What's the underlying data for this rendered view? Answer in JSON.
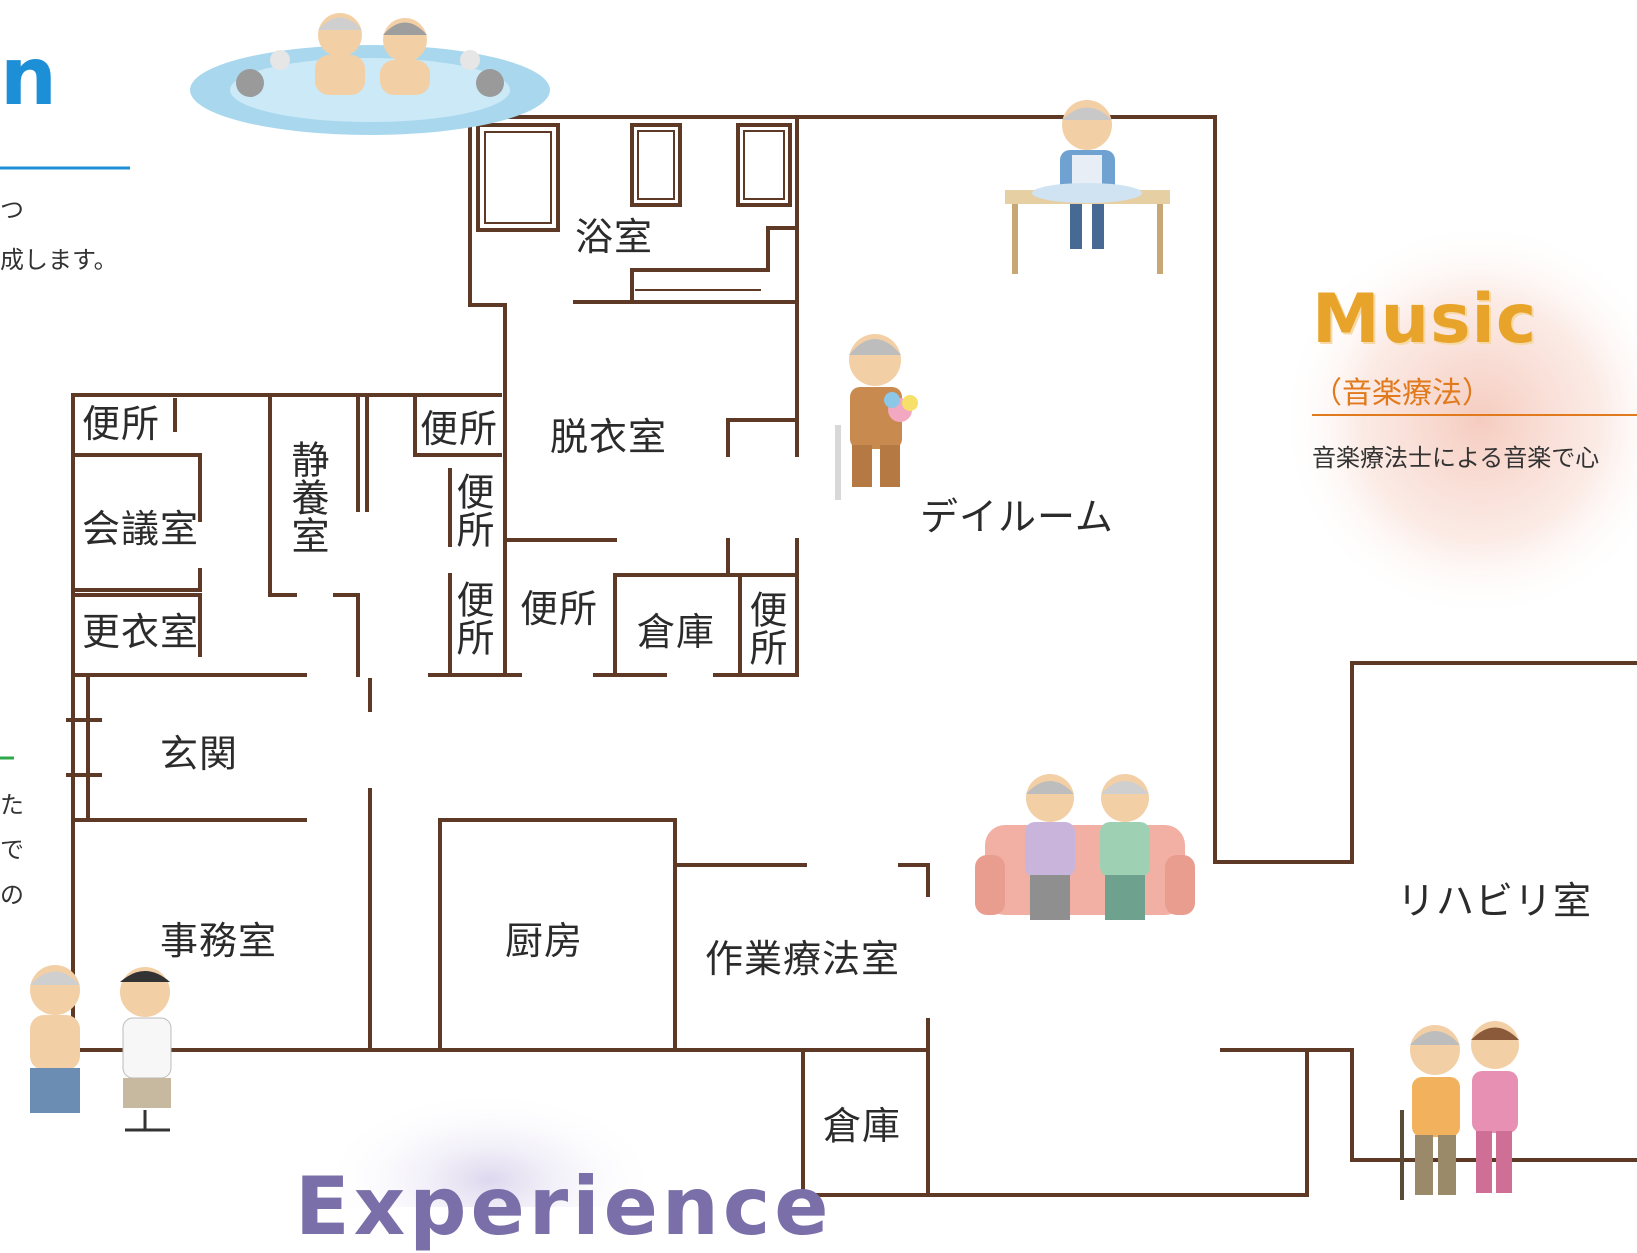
{
  "header": {
    "partial_title": "n",
    "partial_text_1": "つ",
    "partial_text_2": "成します。"
  },
  "left_margin_text": [
    "た",
    "で",
    "の"
  ],
  "music": {
    "title": "Music",
    "subtitle": "（音楽療法）",
    "description": "音楽療法士による音楽で心"
  },
  "experience": {
    "title": "Experience"
  },
  "rooms": {
    "bath": "浴室",
    "changing": "脱衣室",
    "toilet_1": "便所",
    "toilet_2": "便所",
    "toilet_3": "便所",
    "toilet_4": "便所",
    "toilet_5": "便所",
    "toilet_6": "便所",
    "meeting": "会議室",
    "locker": "更衣室",
    "rest": "静養室",
    "storage_1": "倉庫",
    "storage_2": "倉庫",
    "dayroom": "デイルーム",
    "entrance": "玄関",
    "office": "事務室",
    "kitchen": "厨房",
    "ot_room": "作業療法室",
    "rehab": "リハビリ室"
  },
  "colors": {
    "wall": "#5e3a26",
    "header_blue": "#1d8fd6",
    "music_orange": "#e8a42a",
    "music_rule": "#e07a1c",
    "music_glow": "#f7d3c7",
    "experience_purple": "#7a6fa8",
    "water": "#a9d8ee",
    "green_rule": "#2fa84a"
  },
  "illustrations": [
    "hot-spring-couple-icon",
    "elderly-man-eating-icon",
    "elderly-woman-with-flowers-icon",
    "elderly-couple-on-sofa-icon",
    "doctor-examining-patient-icon",
    "caregiver-walking-elder-icon"
  ]
}
